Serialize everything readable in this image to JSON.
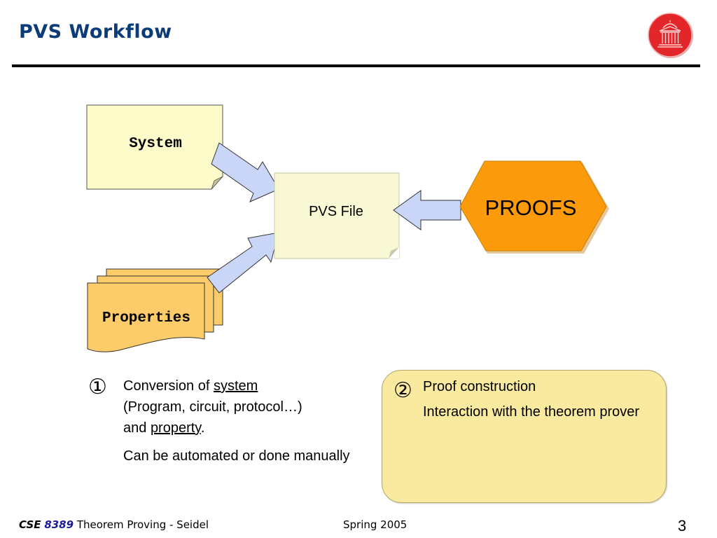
{
  "slide": {
    "title": "PVS Workflow",
    "logo": "university-dome-logo"
  },
  "diagram": {
    "system_box": "System",
    "properties_box": "Properties",
    "pvs_file_box": "PVS File",
    "proofs_hexagon": "PROOFS",
    "colors": {
      "note_fill": "#fcfbc9",
      "properties_fill": "#fccb6a",
      "arrow_fill": "#c9d6f7",
      "proofs_fill": "#fb9a0a",
      "callout_fill": "#f9eaa0"
    }
  },
  "step1": {
    "marker": "①",
    "line1_prefix": "Conversion of ",
    "line1_link": "system",
    "line2": "(Program, circuit, protocol…)",
    "line3_prefix": "and ",
    "line3_link": "property",
    "line3_suffix": ".",
    "para2": "Can be automated or done manually"
  },
  "step2": {
    "marker": "②",
    "para1": "Proof construction",
    "para2": "Interaction with the theorem prover"
  },
  "footer": {
    "course_prefix": "CSE",
    "course_number": "8389",
    "course_title": "Theorem Proving - Seidel",
    "term": "Spring 2005",
    "page_number": "3"
  }
}
